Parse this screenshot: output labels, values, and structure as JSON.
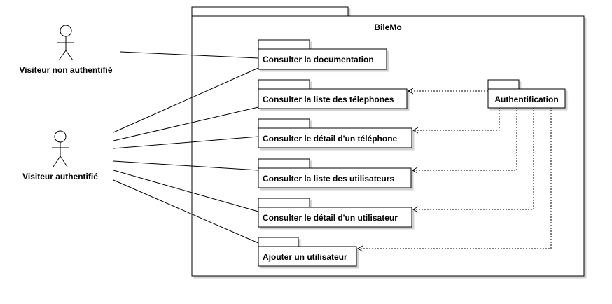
{
  "system": {
    "title": "BileMo"
  },
  "actors": [
    {
      "label": "Visiteur non authentifié"
    },
    {
      "label": "Visiteur authentifié"
    }
  ],
  "packages": [
    {
      "label": "Consulter la documentation"
    },
    {
      "label": "Consulter la liste des télephones"
    },
    {
      "label": "Consulter le détail d'un téléphone"
    },
    {
      "label": "Consulter la liste des utilisateurs"
    },
    {
      "label": "Consulter le détail d'un utilisateur"
    },
    {
      "label": "Ajouter un utilisateur"
    }
  ],
  "auth": {
    "label": "Authentification"
  }
}
